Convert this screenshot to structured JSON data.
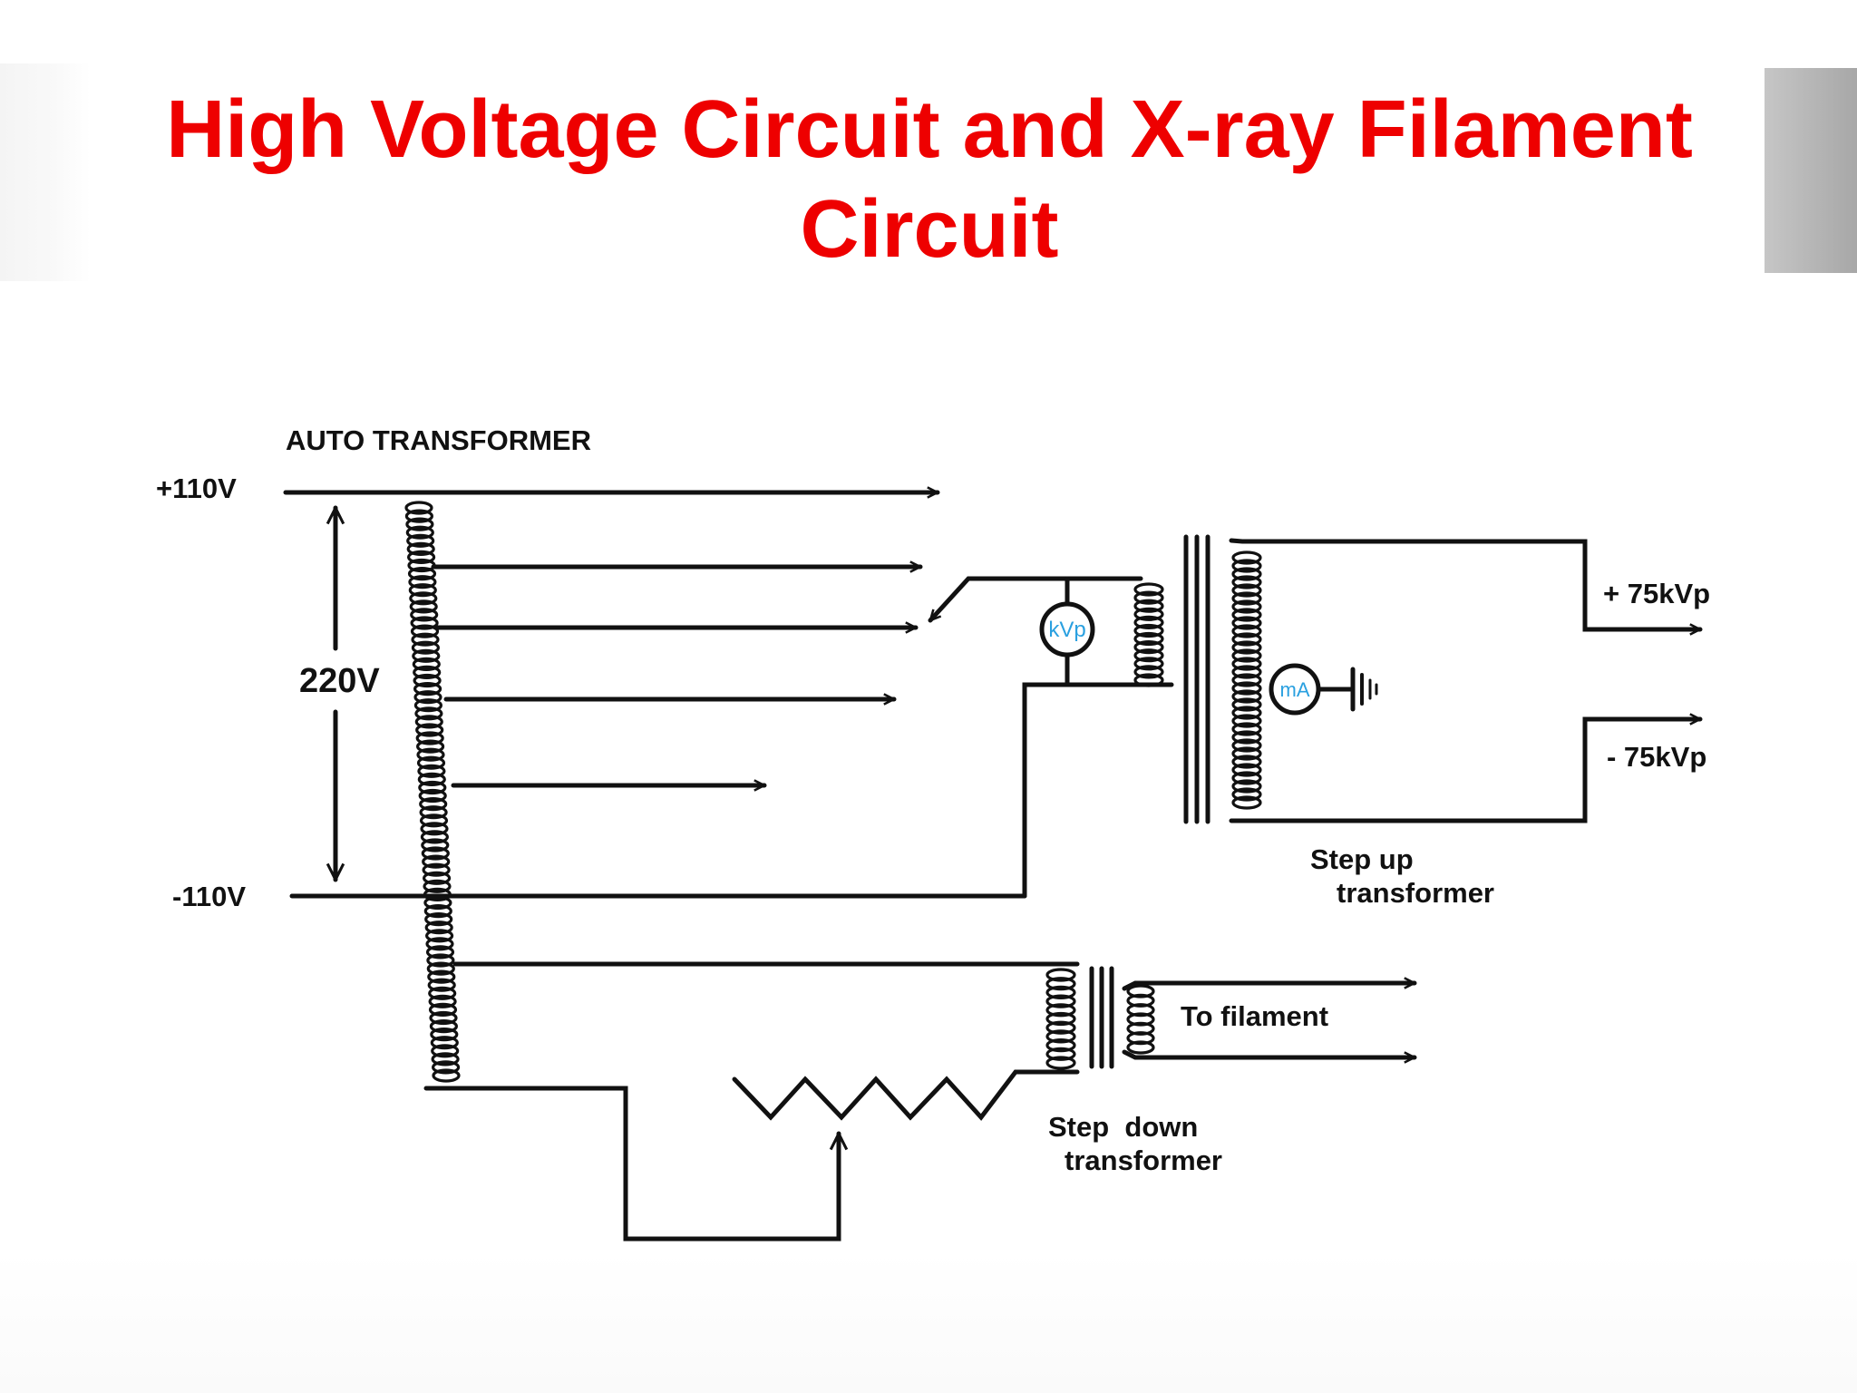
{
  "title": {
    "line1": "High Voltage Circuit and X-ray Filament",
    "line2": "Circuit"
  },
  "diagram": {
    "auto_transformer_label": "AUTO TRANSFORMER",
    "plus_input_label": "+110V",
    "minus_input_label": "-110V",
    "span_voltage_label": "220V",
    "kvp_meter_label": "kVp",
    "ma_meter_label": "mA",
    "plus_output_label": "+ 75kVp",
    "minus_output_label": "- 75kVp",
    "step_up_label_line1": "Step up",
    "step_up_label_line2": "transformer",
    "filament_output_label": "To filament",
    "step_down_label_line1": "Step  down",
    "step_down_label_line2": "transformer"
  },
  "colors": {
    "title": "#ee0000",
    "wire": "#111111",
    "meter_text": "#2aa0e0"
  }
}
